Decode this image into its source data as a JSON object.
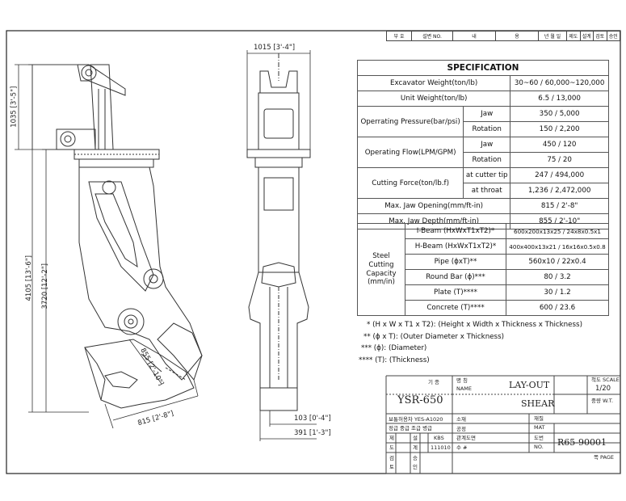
{
  "revision_table": {
    "headers": [
      "부 호",
      "설변 NO.",
      "내",
      "용",
      "년 월 일",
      "제도",
      "설계",
      "검토",
      "승인"
    ]
  },
  "dimensions": {
    "top_height": "1035 [3'-5\"]",
    "overall_height": "4105 [13'-6\"]",
    "body_height": "3720 [12'-2\"]",
    "jaw_depth": "855 [2'-10\"]",
    "jaw_opening": "815 [2'-8\"]",
    "front_width": "1015 [3'-4\"]",
    "tip_width": "103 [0'-4\"]",
    "tip_length": "391 [1'-3\"]"
  },
  "specification": {
    "title": "SPECIFICATION",
    "excavator_weight_label": "Excavator Weight(ton/lb)",
    "excavator_weight_value": "30~60 / 60,000~120,000",
    "unit_weight_label": "Unit Weight(ton/lb)",
    "unit_weight_value": "6.5 / 13,000",
    "pressure_label": "Operrating Pressure(bar/psi)",
    "pressure_jaw_label": "Jaw",
    "pressure_jaw_value": "350 / 5,000",
    "pressure_rotation_label": "Rotation",
    "pressure_rotation_value": "150 / 2,200",
    "flow_label": "Operating Flow(LPM/GPM)",
    "flow_jaw_label": "Jaw",
    "flow_jaw_value": "450 / 120",
    "flow_rotation_label": "Rotation",
    "flow_rotation_value": "75 / 20",
    "cutting_label": "Cutting Force(ton/lb.f)",
    "cutting_tip_label": "at cutter tip",
    "cutting_tip_value": "247 / 494,000",
    "cutting_throat_label": "at throat",
    "cutting_throat_value": "1,236 / 2,472,000",
    "jaw_opening_label": "Max. Jaw Opening(mm/ft-in)",
    "jaw_opening_value": "815 / 2'-8\"",
    "jaw_depth_label": "Max. Jaw Depth(mm/ft-in)",
    "jaw_depth_value": "855 / 2'-10\"",
    "steel_label": "Steel Cutting Capacity (mm/in)",
    "ibeam_label": "I-Beam (HxWxT1xT2)*",
    "ibeam_value": "600x200x13x25 / 24x8x0.5x1",
    "hbeam_label": "H-Beam (HxWxT1xT2)*",
    "hbeam_value": "400x400x13x21 / 16x16x0.5x0.8",
    "pipe_label": "Pipe (ϕxT)**",
    "pipe_value": "560x10 / 22x0.4",
    "roundbar_label": "Round Bar (ϕ)***",
    "roundbar_value": "80 / 3.2",
    "plate_label": "Plate (T)****",
    "plate_value": "30 / 1.2",
    "concrete_label": "Concrete (T)****",
    "concrete_value": "600 / 23.6"
  },
  "notes": [
    "* (H x W x T1 x T2): (Height x Width x Thickness x Thickness)",
    "** (ϕ x T): (Outer Diameter x Thickness)",
    "*** (ϕ): (Diameter)",
    "**** (T): (Thickness)"
  ],
  "title_block": {
    "model_label": "기 종",
    "model": "YSR-650",
    "name_label_kr": "명 칭",
    "name_label": "NAME",
    "name_line1": "LAY-OUT",
    "name_line2": "SHEAR",
    "scale_label": "척도 SCALE",
    "scale": "1/20",
    "weight_label": "중량 W.T.",
    "ref_line1": "보통허용차 YES-A1020",
    "ref_line2": "정급  중급  조급  병급",
    "material_kr": "소재",
    "material_label_kr": "재질",
    "material_label": "MAT",
    "process_kr": "공정",
    "draw_label": "제",
    "draw_sub": "도",
    "check_label": "검",
    "check_sub": "토",
    "design_label": "설",
    "design_sub": "계",
    "approve_label": "승",
    "approve_sub": "인",
    "designer": "KBS",
    "date": "111010",
    "related_kr": "관계도면",
    "count_kr": "수 #",
    "dwg_label_kr": "도번",
    "dwg_label": "NO.",
    "dwg_no": "R65-90001",
    "page_label": "쪽 PAGE"
  }
}
